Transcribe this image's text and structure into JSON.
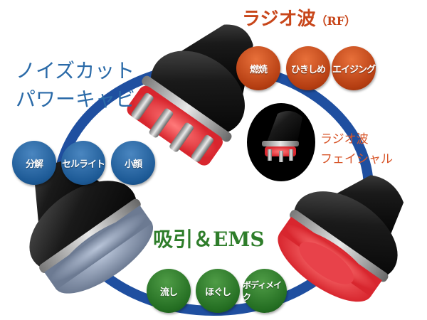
{
  "rf": {
    "title": "ラジオ波",
    "title_suffix": "（RF）",
    "badges": [
      "燃焼",
      "ひきしめ",
      "エイジング"
    ],
    "color": "#c8461a"
  },
  "cavitation": {
    "line1": "ノイズカット",
    "line2": "パワーキャビ",
    "badges": [
      "分解",
      "セルライト",
      "小顔"
    ],
    "color": "#2a6aa8"
  },
  "ems": {
    "title": "吸引＆EMS",
    "badges": [
      "流し",
      "ほぐし",
      "ボディメイク"
    ],
    "color": "#2e7d2a"
  },
  "facial": {
    "line1": "ラジオ波",
    "line2": "フェイシャル",
    "color": "#d8562a"
  },
  "ring_color": "#1f4fa0"
}
